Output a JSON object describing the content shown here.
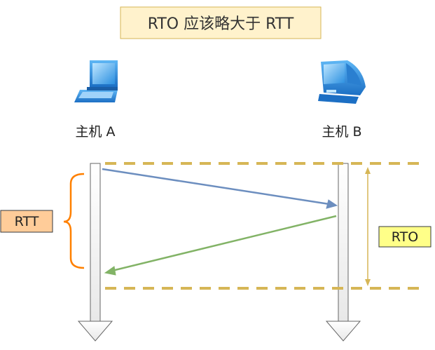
{
  "title": "RTO 应该略大于 RTT",
  "hosts": {
    "a": {
      "label": "主机 A",
      "icon": "laptop-icon"
    },
    "b": {
      "label": "主机 B",
      "icon": "desktop-computer-icon"
    }
  },
  "labels": {
    "rtt": "RTT",
    "rto": "RTO"
  },
  "colors": {
    "title_bg": "#fff2cc",
    "title_border": "#d6b656",
    "rtt_bg": "#ffcc99",
    "rtt_border": "#36393d",
    "rto_bg": "#ffff88",
    "rto_border": "#36393d",
    "dashed_line": "#d6b656",
    "brace": "#ff8000",
    "send_arrow": "#6c8ebf",
    "ack_arrow": "#82b366",
    "timeline": "#666666"
  }
}
